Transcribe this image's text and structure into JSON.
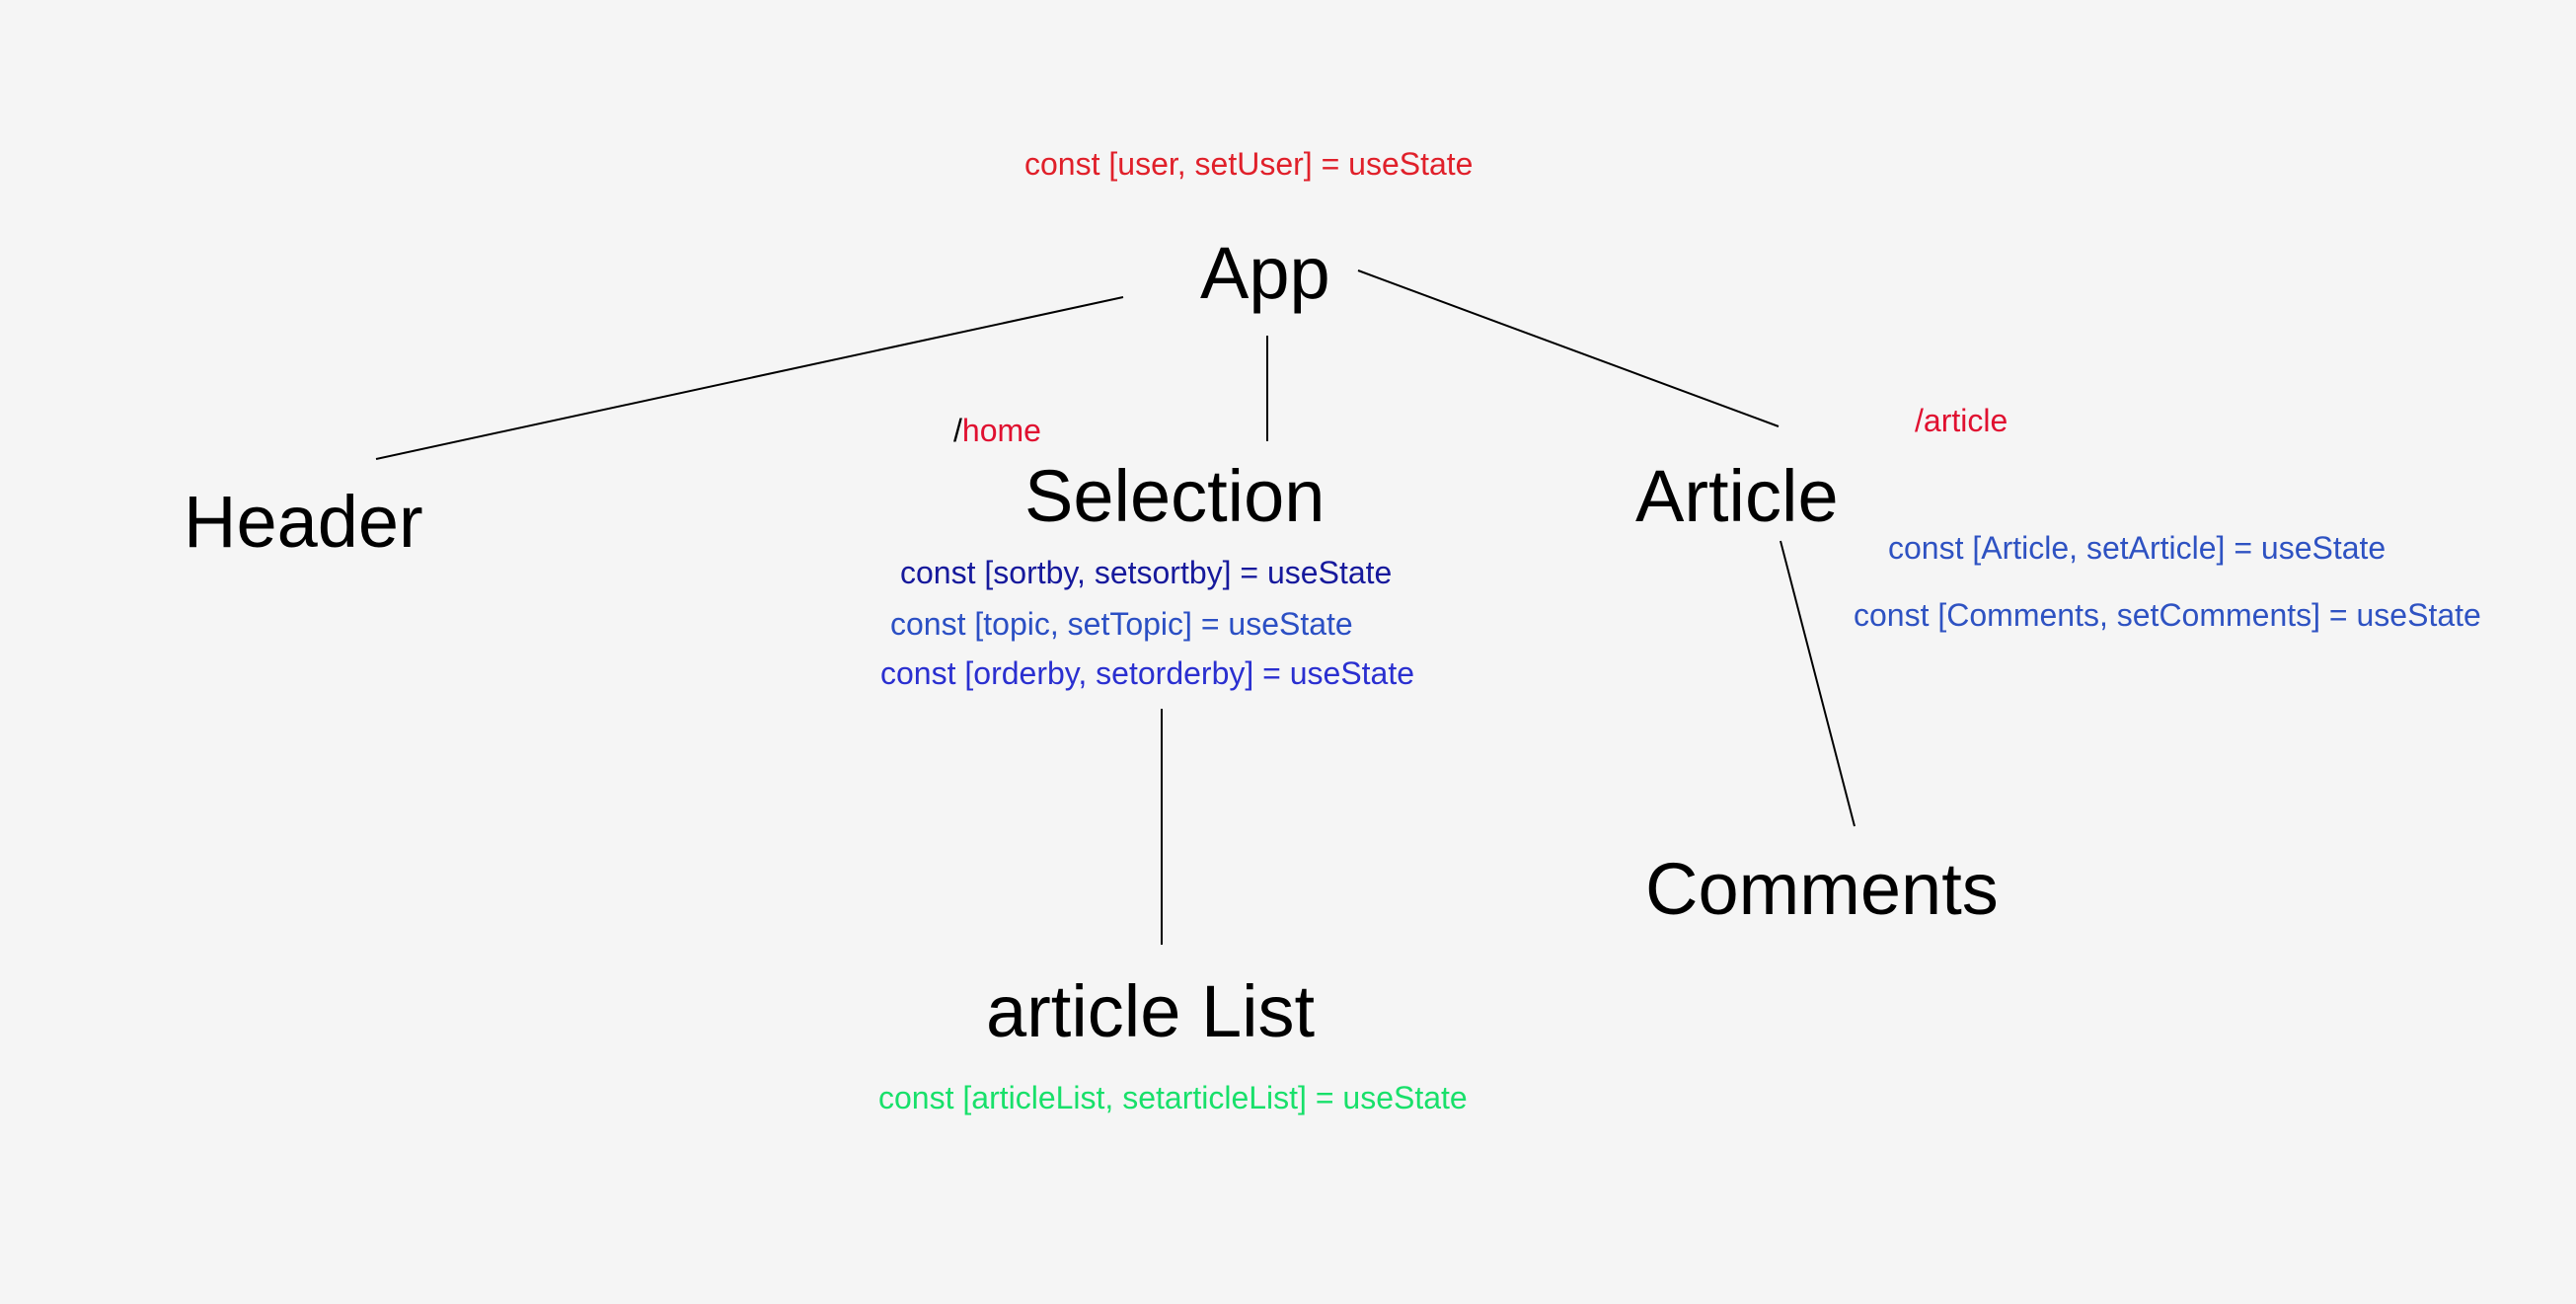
{
  "colors": {
    "background": "#f5f5f5",
    "node_text": "#000000",
    "edge": "#000000",
    "app_state": "#e0202a",
    "route": "#e01030",
    "selection_state_1": "#16199c",
    "selection_state_2": "#2b4fc4",
    "selection_state_3": "#2a2fd0",
    "article_state": "#2e52c2",
    "article_list_state": "#18e06a"
  },
  "nodes": {
    "app": "App",
    "header": "Header",
    "selection": "Selection",
    "article": "Article",
    "comments": "Comments",
    "article_list": "article List"
  },
  "routes": {
    "home_slash": "/",
    "home_text": "home",
    "article": "/article"
  },
  "state": {
    "app_user": "const [user, setUser] = useState",
    "selection_sortby": "const [sortby, setsortby] = useState",
    "selection_topic": "const [topic, setTopic] = useState",
    "selection_orderby": "const [orderby, setorderby] = useState",
    "article_article": "const [Article, setArticle] = useState",
    "article_comments": "const [Comments, setComments] = useState",
    "article_list": "const [articleList, setarticleList] = useState"
  },
  "edges": [
    {
      "from": "app",
      "to": "header"
    },
    {
      "from": "app",
      "to": "selection"
    },
    {
      "from": "app",
      "to": "article"
    },
    {
      "from": "selection",
      "to": "article_list"
    },
    {
      "from": "article",
      "to": "comments"
    }
  ]
}
